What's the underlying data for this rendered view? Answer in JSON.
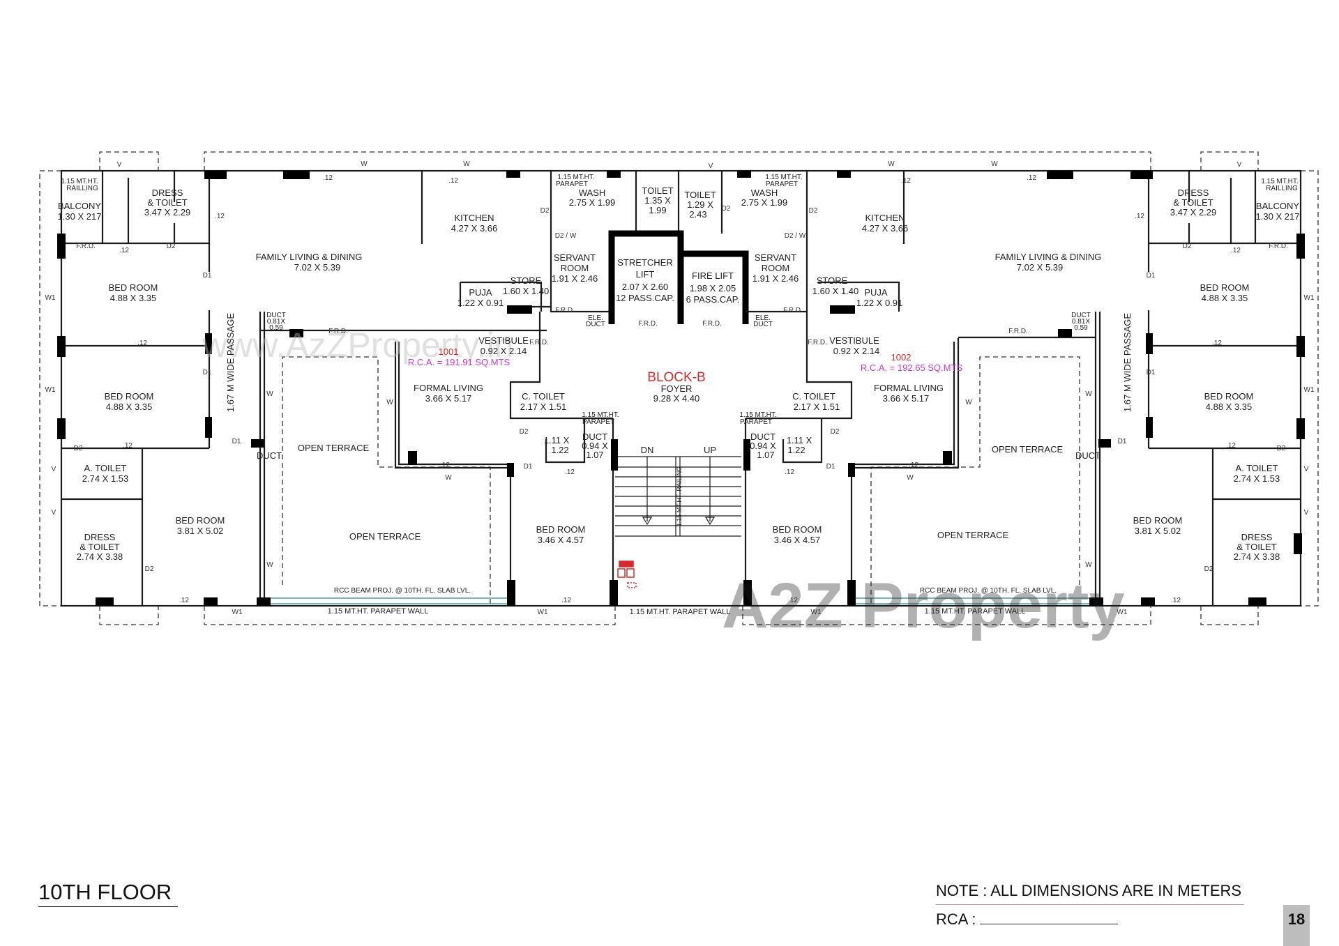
{
  "floor_title": "10TH FLOOR",
  "note": "NOTE : ALL DIMENSIONS ARE IN METERS",
  "rca_label": "RCA :",
  "page_number": "18",
  "block": {
    "name": "BLOCK-B",
    "foyer": "FOYER",
    "foyer_dim": "9.28 X 4.40"
  },
  "units": [
    {
      "number": "1001",
      "rca": "R.C.A. = 191.91 SQ.MTS"
    },
    {
      "number": "1002",
      "rca": "R.C.A. = 192.65 SQ.MTS"
    }
  ],
  "rooms": {
    "railing": [
      "1.15 MT.HT.",
      "RAILLING"
    ],
    "balcony": [
      "BALCONY",
      "1.30 X 217"
    ],
    "dress_toilet_top": [
      "DRESS",
      "& TOILET",
      "3.47 X 2.29"
    ],
    "family": [
      "FAMILY LIVING & DINING",
      "7.02 X 5.39"
    ],
    "bed_a": [
      "BED ROOM",
      "4.88 X 3.35"
    ],
    "passage": "1.67 M  WIDE PASSAGE",
    "a_toilet": [
      "A. TOILET",
      "2.74 X 1.53"
    ],
    "dress_toilet_bottom": [
      "DRESS",
      "& TOILET",
      "2.74 X 3.38"
    ],
    "bed_b": [
      "BED ROOM",
      "3.81 X 5.02"
    ],
    "open_terrace": "OPEN TERRACE",
    "kitchen": [
      "KITCHEN",
      "4.27 X 3.66"
    ],
    "parapet": [
      "1.15 MT.HT.",
      "PARAPET"
    ],
    "wash": [
      "WASH",
      "2.75 X 1.99"
    ],
    "toilet_1": [
      "TOILET",
      "1.35 X",
      "1.99"
    ],
    "toilet_2": [
      "TOILET",
      "1.29 X",
      "2.43"
    ],
    "servant": [
      "SERVANT",
      "ROOM",
      "1.91 X 2.46"
    ],
    "store": [
      "STORE",
      "1.60 X 1.40"
    ],
    "puja": [
      "PUJA",
      "1.22 X 0.91"
    ],
    "stretcher_lift": [
      "STRETCHER",
      "LIFT",
      "2.07 X 2.60",
      "12 PASS.CAP."
    ],
    "fire_lift": [
      "FIRE LIFT",
      "1.98 X 2.05",
      "6 PASS.CAP."
    ],
    "ele_duct": [
      "ELE.",
      "DUCT"
    ],
    "vestibule": [
      "VESTIBULE",
      "0.92 X 2.14"
    ],
    "formal": [
      "FORMAL LIVING",
      "3.66 X 5.17"
    ],
    "c_toilet": [
      "C. TOILET",
      "2.17 X 1.51"
    ],
    "shaft": [
      "1.11 X",
      "1.22"
    ],
    "duct_small": [
      "DUCT",
      "0.94 X",
      "1.07"
    ],
    "duct_big": [
      "DUCT",
      "0.81X",
      "0.59"
    ],
    "duct": "DUCT",
    "bed_c": [
      "BED ROOM",
      "3.46 X 4.57"
    ]
  },
  "stairs": {
    "down": "DN",
    "up": "UP",
    "railing": "1.15 MT.HT. RAILING"
  },
  "parapet_wall": "1.15 MT.HT. PARAPET WALL",
  "rcc_beam": "RCC BEAM PROJ. @ 10TH. FL. SLAB LVL.",
  "marks": {
    "wall": ".12",
    "d1": "D1",
    "d2": "D2",
    "d2w": "D2 / W",
    "w": "W",
    "w1": "W1",
    "v": "V",
    "frd": "F.R.D."
  },
  "watermarks": {
    "url": "www.AzZProperty.in",
    "logo": "A2Z Property"
  },
  "colors": {
    "unit_number": "#d42a2a",
    "rca": "#c43cc4",
    "block_label": "#d42a2a",
    "page_badge": "#bdbdbd"
  }
}
